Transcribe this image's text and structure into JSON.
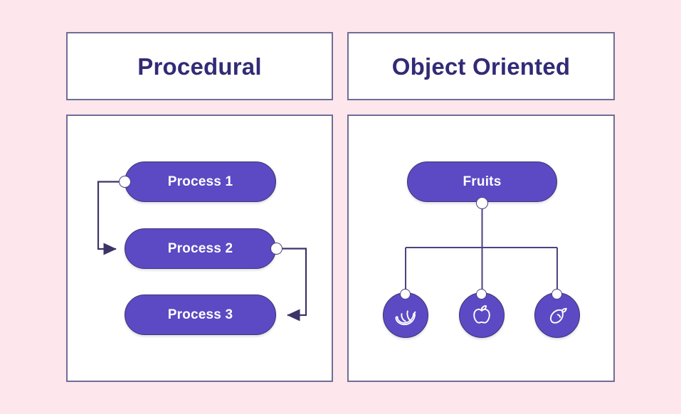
{
  "theme": {
    "background": "#fde6ec",
    "panel_background": "#ffffff",
    "panel_border": "#6f6e96",
    "title_color": "#312b76",
    "node_fill": "#5b4ac4",
    "node_border": "#3d3570",
    "node_label_color": "#ffffff",
    "connector_color": "#4a4380",
    "knob_fill": "#ffffff"
  },
  "panels": {
    "left": {
      "title": "Procedural",
      "nodes": [
        {
          "id": "process-1",
          "label": "Process 1"
        },
        {
          "id": "process-2",
          "label": "Process 2"
        },
        {
          "id": "process-3",
          "label": "Process 3"
        }
      ]
    },
    "right": {
      "title": "Object Oriented",
      "root": {
        "id": "fruits",
        "label": "Fruits"
      },
      "children": [
        {
          "id": "banana",
          "icon": "banana-icon"
        },
        {
          "id": "apple",
          "icon": "apple-icon"
        },
        {
          "id": "mango",
          "icon": "mango-icon"
        }
      ]
    }
  }
}
